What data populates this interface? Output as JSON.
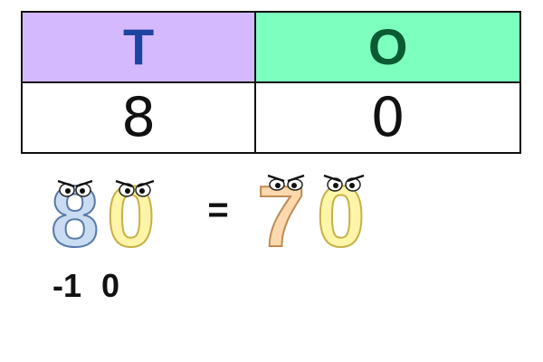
{
  "place_value_table": {
    "headers": [
      {
        "label": "T",
        "bg": "#d4b9ff",
        "color": "#1c44a0"
      },
      {
        "label": "O",
        "bg": "#7dffbf",
        "color": "#0a5a32"
      }
    ],
    "values": [
      "8",
      "0"
    ]
  },
  "illustration": {
    "left_number": [
      "8",
      "0"
    ],
    "equals": "=",
    "right_number": [
      "7",
      "0"
    ],
    "digit_colors": {
      "8": "#c9dcf2",
      "0": "#fff5a8",
      "7": "#ffd9ae"
    }
  },
  "operation": {
    "tens_change": "-1",
    "ones_change": "0"
  }
}
